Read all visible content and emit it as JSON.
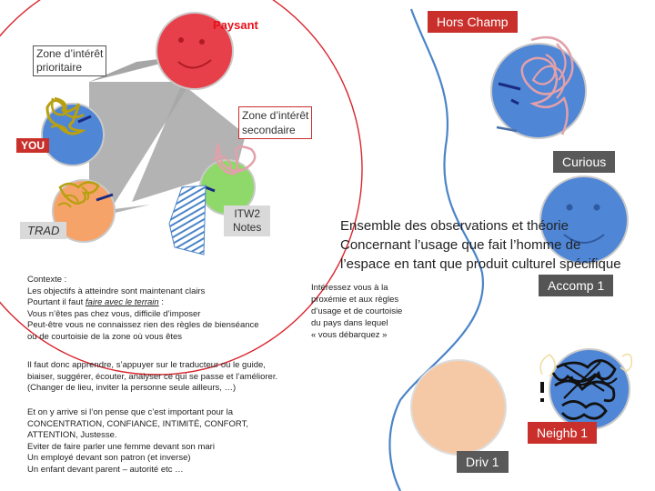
{
  "labels": {
    "paysan": "Paysant",
    "hors_champ": "Hors Champ",
    "zone_prioritaire": [
      "Zone d’intérêt",
      "prioritaire"
    ],
    "zone_secondaire": [
      "Zone d’intérêt",
      "secondaire"
    ],
    "you": "YOU",
    "curious": "Curious",
    "trad": "TRAD",
    "itw2": [
      "ITW2",
      "Notes"
    ],
    "accomp": "Accomp 1",
    "neighb": "Neighb 1",
    "driv": "Driv 1"
  },
  "title": [
    "Ensemble des observations et théorie",
    "Concernant l’usage que fait l’homme de",
    "l’espace en tant que produit culturel spécifique"
  ],
  "note_right": [
    "Intéressez vous à la",
    "proxémie et aux règles",
    "d’usage et de courtoisie",
    "du pays dans lequel",
    "« vous débarquez »"
  ],
  "contexte": {
    "lines": [
      "Contexte :",
      "Les objectifs à atteindre sont maintenant clairs",
      "Vous n’êtes pas chez vous, difficile d’imposer",
      "Peut-être vous ne connaissez rien des règles de bienséance",
      "ou de courtoisie de la zone où vous êtes"
    ],
    "terrain_prefix": "Pourtant il faut ",
    "terrain_emph": "faire avec le terrain",
    "terrain_suffix": " :"
  },
  "apprendre": [
    "Il faut donc apprendre, s’appuyer sur le traducteur ou le guide,",
    " biaiser, suggérer, écouter, analyser ce qui se passe et l’améliorer.",
    "(Changer de lieu, inviter la personne seule ailleurs, …)"
  ],
  "concentration": [
    "Et on y arrive si l’on pense que c’est important pour la",
    " CONCENTRATION, CONFIANCE, INTIMITÉ, CONFORT,",
    "ATTENTION, Justesse.",
    "Eviter de faire parler une femme devant son mari",
    "Un employé devant son patron (et inverse)",
    "Un enfant devant parent – autorité etc …"
  ],
  "colors": {
    "red_circle": "#d9262e",
    "blue_line": "#4a84c8",
    "beam": "#a6a6a6",
    "face_red": "#e8404a",
    "face_blue": "#4f86d6",
    "face_green": "#8fd86a",
    "face_orange": "#f6a36a",
    "scribble_olive": "#b8a010",
    "scribble_pink": "#e3a0aa",
    "scribble_black": "#111111"
  }
}
